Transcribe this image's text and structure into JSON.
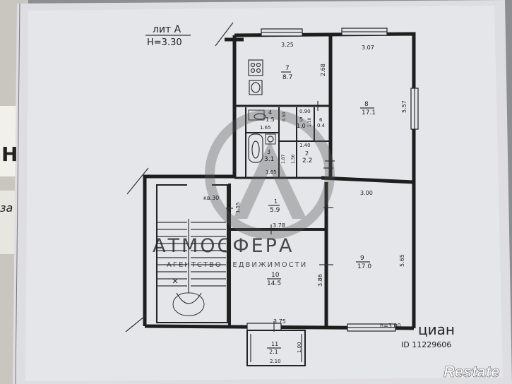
{
  "plan": {
    "title": "лит А",
    "height": "Н=3.30",
    "apt": "кв.30"
  },
  "rooms": [
    {
      "id": "r1",
      "num": "1",
      "area": "5.9"
    },
    {
      "id": "r2",
      "num": "2",
      "area": "2.2"
    },
    {
      "id": "r3",
      "num": "3",
      "area": "3.1"
    },
    {
      "id": "r4",
      "num": "4",
      "area": "1.5"
    },
    {
      "id": "r5",
      "num": "5",
      "area": "1.0"
    },
    {
      "id": "r6",
      "num": "6",
      "area": "0.4"
    },
    {
      "id": "r7",
      "num": "7",
      "area": "8.7"
    },
    {
      "id": "r8",
      "num": "8",
      "area": "17.1"
    },
    {
      "id": "r9",
      "num": "9",
      "area": "17.0"
    },
    {
      "id": "r10",
      "num": "10",
      "area": "14.5"
    },
    {
      "id": "r11",
      "num": "11",
      "area": "2.1"
    }
  ],
  "dims": {
    "d325": "3.25",
    "d307": "3.07",
    "d268": "2.68",
    "d557": "5.57",
    "d090": "0.90",
    "d050": "0.50",
    "d110": "1.10",
    "d165a": "1.65",
    "d140": "1.40",
    "d187": "1.87",
    "d156": "1.56",
    "d165b": "1.65",
    "d155": "1.55",
    "d378": "3.78",
    "d386": "3.86",
    "d300": "3.00",
    "d565": "5.65",
    "d375": "3.75",
    "h300": "h=3.00",
    "d100": "1.00",
    "d210": "2.10"
  },
  "watermark": {
    "brand": "АТМОСФЕРА",
    "tagline": "АГЕНТСТВО НЕДВИЖИМОСТИ",
    "cian": "циан",
    "cian_id": "ID 11229606",
    "restate": "Restate"
  },
  "side_marks": {
    "letter": "Н",
    "script": "за"
  }
}
